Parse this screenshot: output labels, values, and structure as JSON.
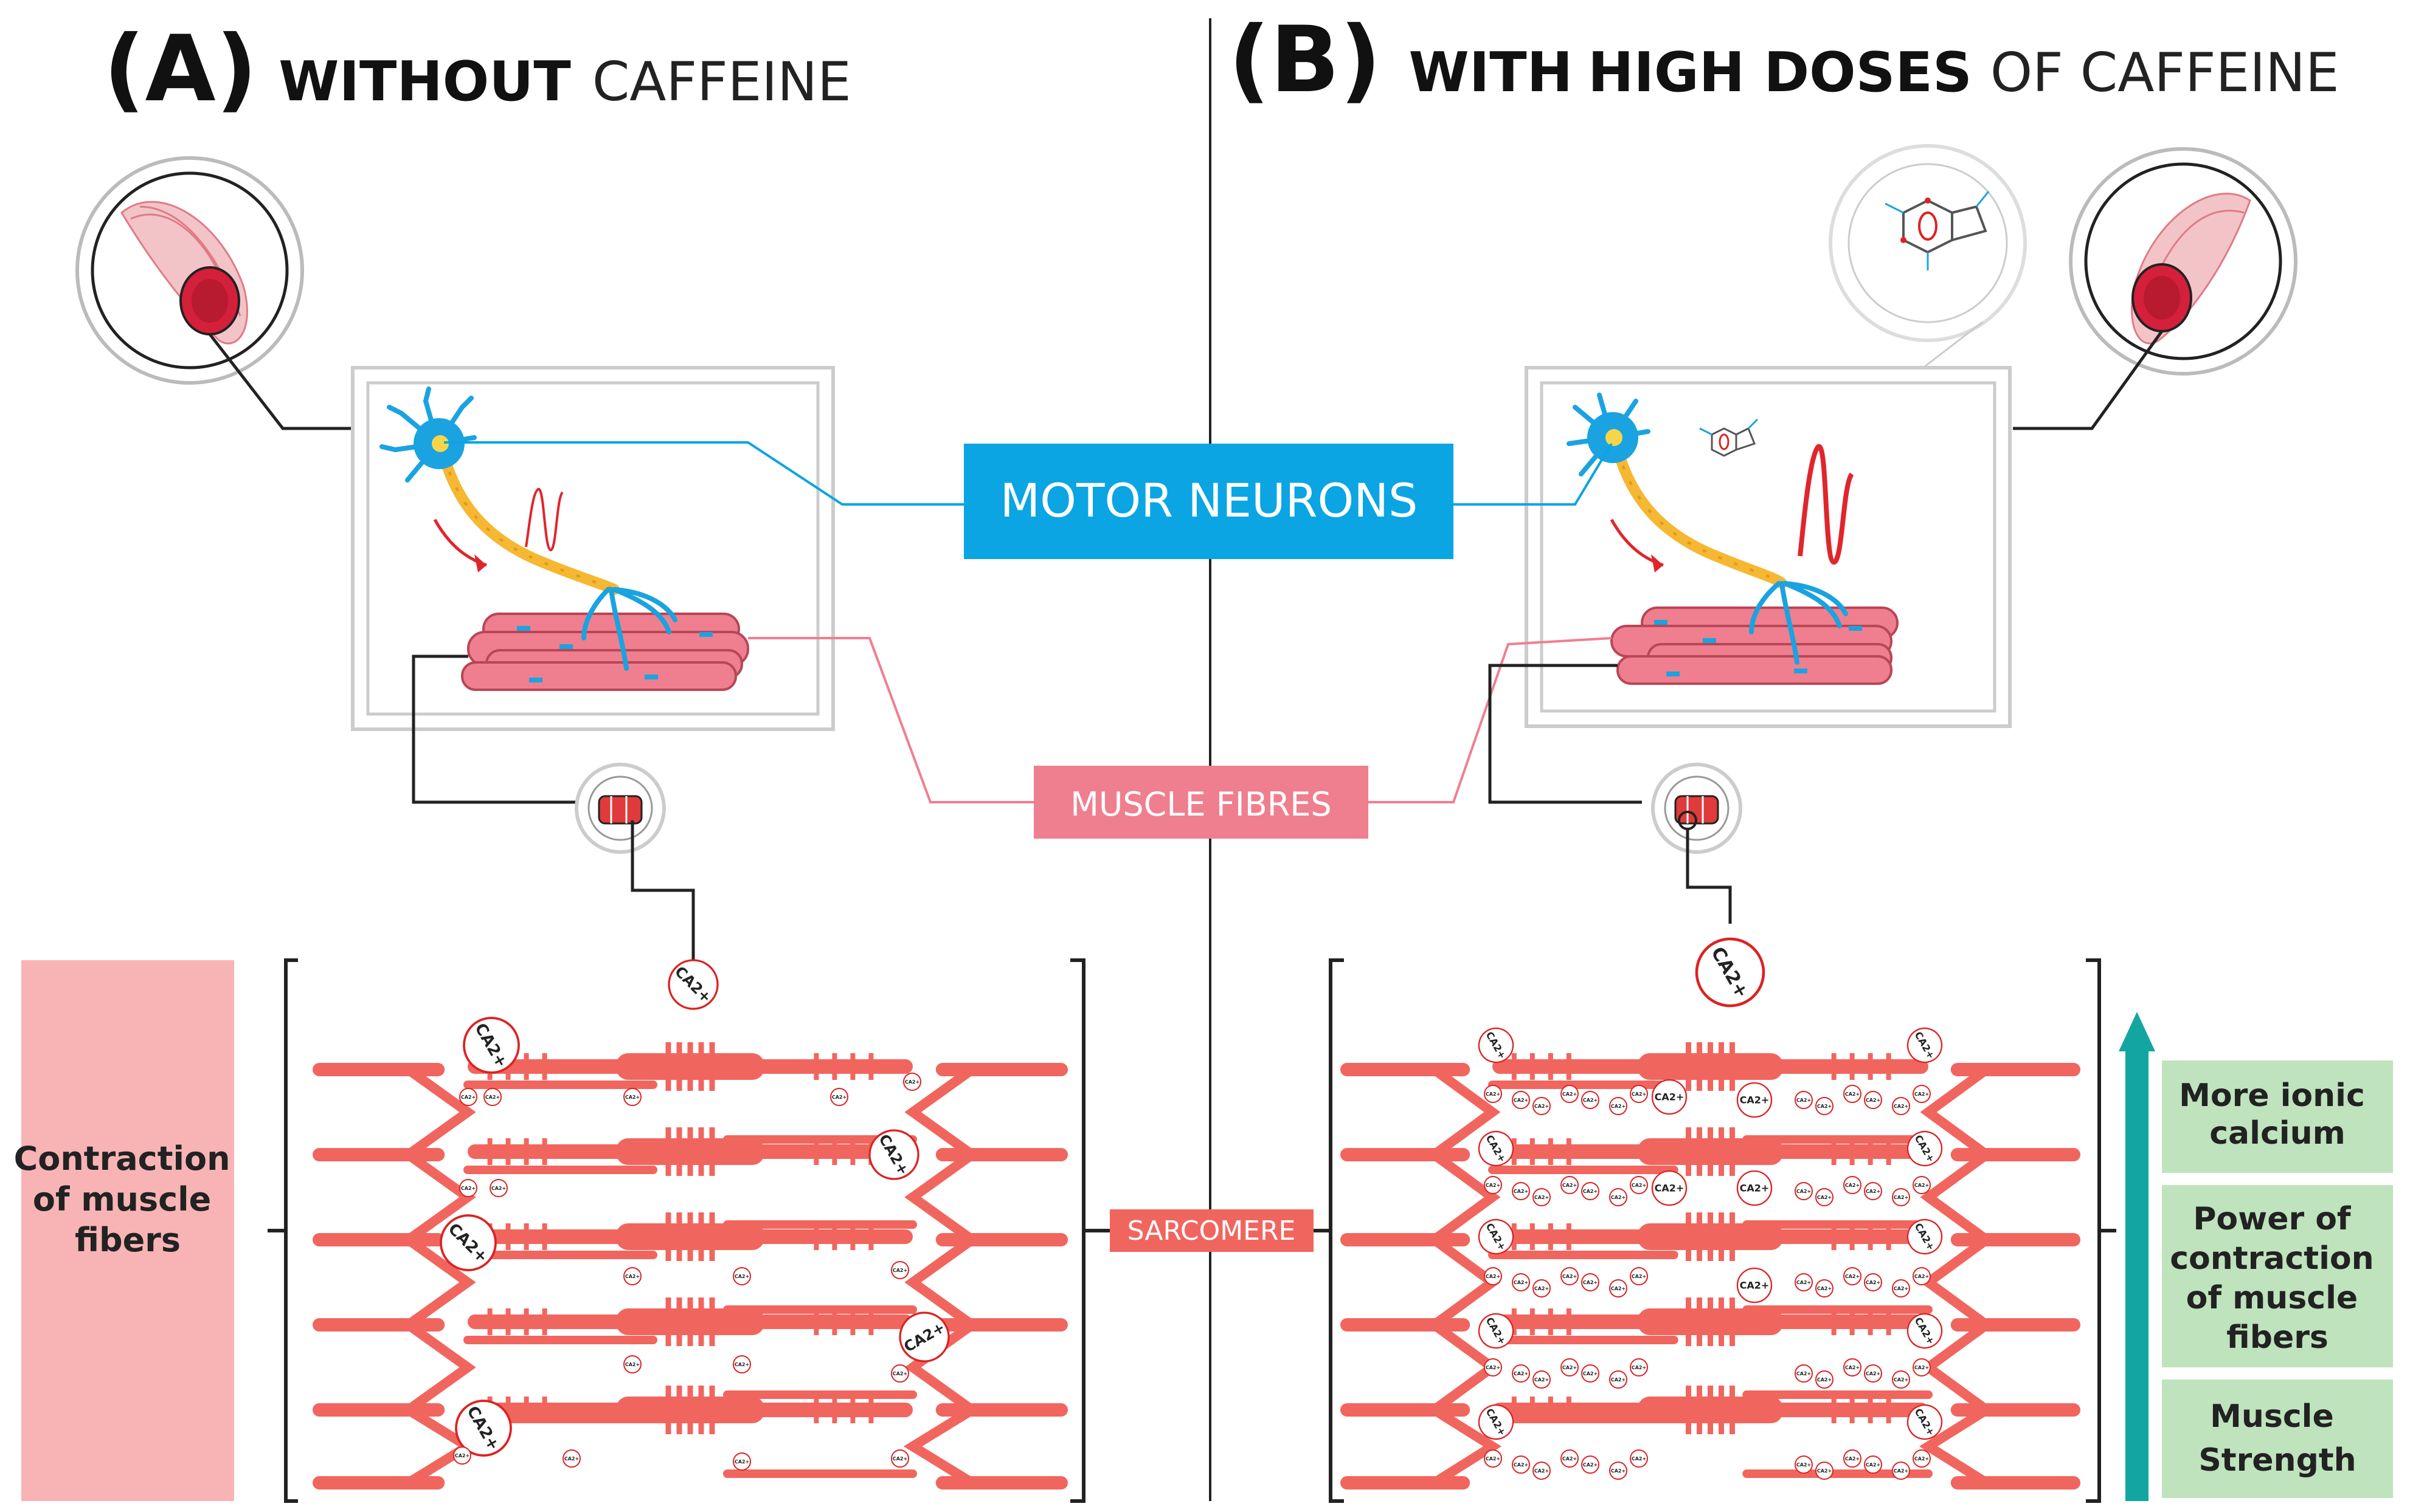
{
  "panel_a": {
    "letter": "(A)",
    "title_bold": "WITHOUT",
    "title_rest": "CAFFEINE"
  },
  "panel_b": {
    "letter": "(B)",
    "title_pre": "WITH",
    "title_bold": "HIGH DOSES",
    "title_rest": "OF CAFFEINE"
  },
  "labels": {
    "motor_neurons": "MOTOR NEURONS",
    "muscle_fibres": "MUSCLE FIBRES",
    "sarcomere": "SARCOMERE",
    "contraction_left": [
      "Contraction",
      "of muscle",
      "fibers"
    ]
  },
  "ion_label": "CA",
  "ion_charge": "2+",
  "effects": [
    {
      "lines": [
        "More ionic",
        "calcium"
      ]
    },
    {
      "lines": [
        "Power of",
        "contraction",
        "of muscle",
        "fibers"
      ]
    },
    {
      "lines": [
        "Muscle",
        "Strength"
      ]
    }
  ],
  "colors": {
    "motor_neuron_blue": "#0aa5e2",
    "muscle_pink": "#ef7f8e",
    "sarcomere_red": "#f0665f",
    "contraction_box": "#f8b4b4",
    "effect_box": "#bfe3bd",
    "arrow_teal": "#13a6a0",
    "axon_orange": "#f6b733",
    "signal_red": "#e0262c"
  }
}
